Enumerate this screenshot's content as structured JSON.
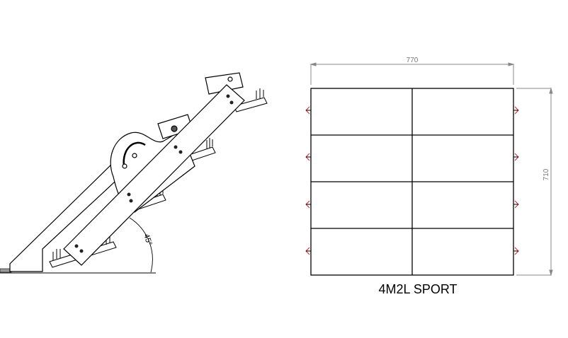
{
  "side_view": {
    "angle_label": "45°"
  },
  "front_view": {
    "width_label": "770",
    "height_label": "710",
    "rows": 4,
    "columns": 2,
    "title": "4M2L SPORT"
  },
  "colors": {
    "line": "#000000",
    "dimension": "#888888",
    "marker": "#d0202a"
  }
}
